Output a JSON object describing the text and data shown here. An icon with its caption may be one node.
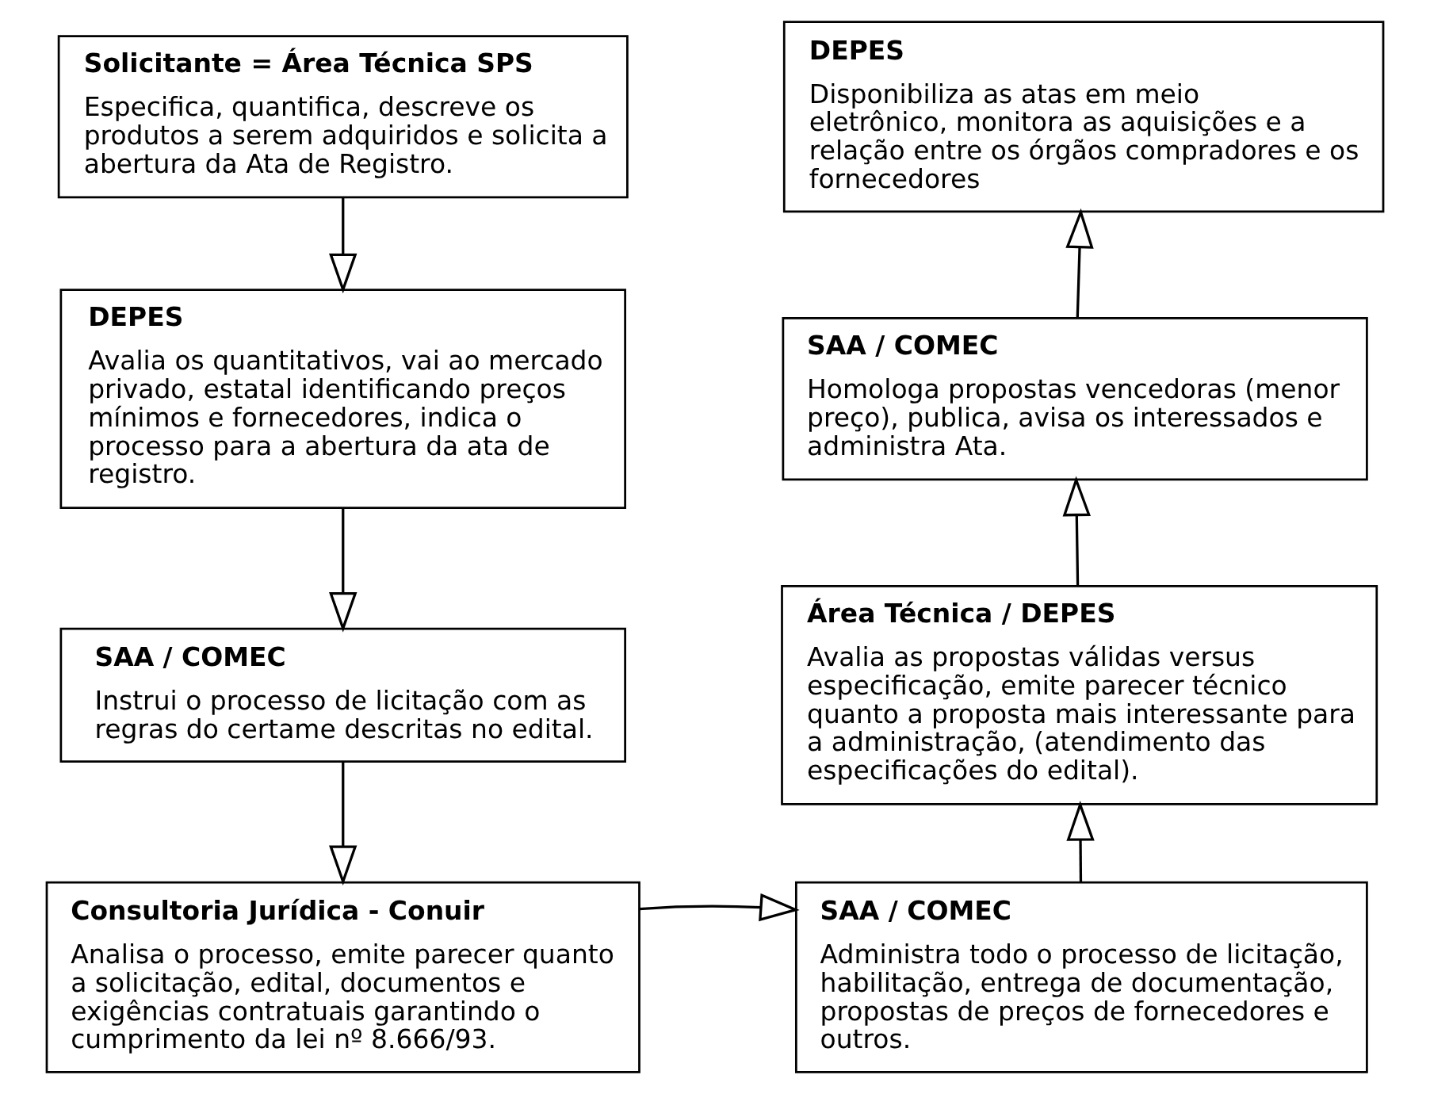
{
  "diagram": {
    "nodes": [
      {
        "text": [
          "Solicitante = Área Técnica SPS",
          "Especifica, quantifica, descreve os produtos a serem adquiridos e solicita a abertura da Ata de Registro."
        ]
      },
      {
        "text": [
          "DEPES",
          "Avalia os quantitativos, vai ao mercado privado, estatal identificando preços mínimos e fornecedores, indica o processo para a abertura da ata de registro."
        ]
      },
      {
        "text": [
          "SAA / COMEC",
          "Instrui o processo de licitação com as regras do certame descritas no edital."
        ]
      },
      {
        "text": [
          "Consultoria Jurídica - Conuir",
          "Analisa o processo, emite parecer quanto a solicitação, edital, documentos e exigências contratuais garantindo o cumprimento da lei nº 8.666/93."
        ]
      },
      {
        "text": [
          "DEPES",
          "Disponibiliza as atas em meio eletrônico, monitora as aquisições e a relação entre os órgãos compradores e os fornecedores"
        ]
      },
      {
        "text": [
          "SAA / COMEC",
          "Homologa propostas vencedoras (menor preço), publica, avisa os interessados e administra Ata."
        ]
      },
      {
        "text": [
          "Área Técnica / DEPES",
          "Avalia as propostas válidas versus especificação, emite parecer técnico quanto a proposta mais interessante para a administração, (atendimento das especificações do edital)."
        ]
      },
      {
        "text": [
          "SAA / COMEC",
          "Administra todo o processo de licitação, habilitação, entrega de documentação, propostas de preços de fornecedores e outros."
        ]
      }
    ],
    "edges": [
      {
        "from": 0,
        "to": 1,
        "arrow": "to"
      },
      {
        "from": 1,
        "to": 2,
        "arrow": "to"
      },
      {
        "from": 2,
        "to": 3,
        "arrow": "to"
      },
      {
        "from": 3,
        "to": 7,
        "arrow": "to"
      },
      {
        "from": 7,
        "to": 6,
        "arrow": "to"
      },
      {
        "from": 6,
        "to": 5,
        "arrow": "to"
      },
      {
        "from": 5,
        "to": 4,
        "arrow": "to"
      }
    ]
  }
}
